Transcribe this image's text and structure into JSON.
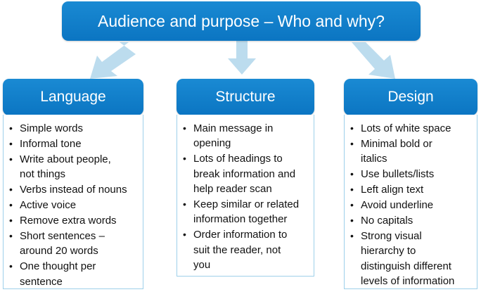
{
  "title": "Audience and purpose – Who and why?",
  "columns": [
    {
      "header": "Language",
      "items": [
        "Simple words",
        "Informal tone",
        "Write about people,\nnot things",
        "Verbs instead of nouns",
        "Active voice",
        "Remove extra words",
        "Short sentences –\naround 20 words",
        "One thought per\nsentence"
      ]
    },
    {
      "header": "Structure",
      "items": [
        "Main message in\nopening",
        "Lots of headings to\nbreak information and\nhelp reader scan",
        "Keep similar or related\n information together",
        "Order information to\n suit the reader, not\nyou"
      ]
    },
    {
      "header": "Design",
      "items": [
        "Lots of white space",
        "Minimal bold or\nitalics",
        "Use bullets/lists",
        "Left align text",
        "Avoid underline",
        "No capitals",
        "Strong visual\nhierarchy to\ndistinguish different\nlevels of information"
      ]
    }
  ],
  "colors": {
    "box_blue": "#0b7ac6",
    "arrow_blue": "#b9dcee",
    "border_blue": "#9ed0ea"
  }
}
